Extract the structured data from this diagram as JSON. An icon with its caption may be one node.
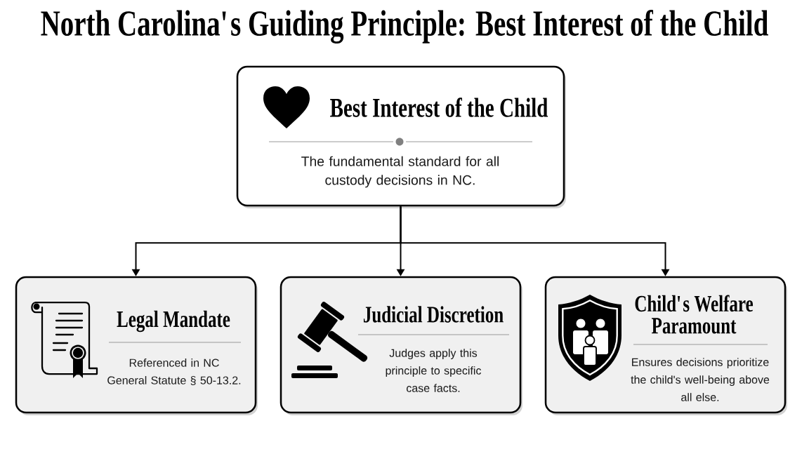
{
  "diagram": {
    "title": "North Carolina's Guiding Principle: Best Interest of the Child",
    "nodes": [
      {
        "text": [
          "Best Interest of the Child",
          "The fundamental standard for all custody decisions in NC."
        ]
      },
      {
        "text": [
          "Legal Mandate",
          "Referenced in NC General Statute § 50-13.2."
        ]
      },
      {
        "text": [
          "Judicial Discretion",
          "Judges apply this principle to specific case facts."
        ]
      },
      {
        "text": [
          "Child's Welfare Paramount",
          "Ensures decisions prioritize the child's well-being above all else."
        ]
      }
    ],
    "edges": [
      {
        "from": 0,
        "to": 1,
        "arrow": "to"
      },
      {
        "from": 0,
        "to": 2,
        "arrow": "to"
      },
      {
        "from": 0,
        "to": 3,
        "arrow": "to"
      }
    ]
  }
}
